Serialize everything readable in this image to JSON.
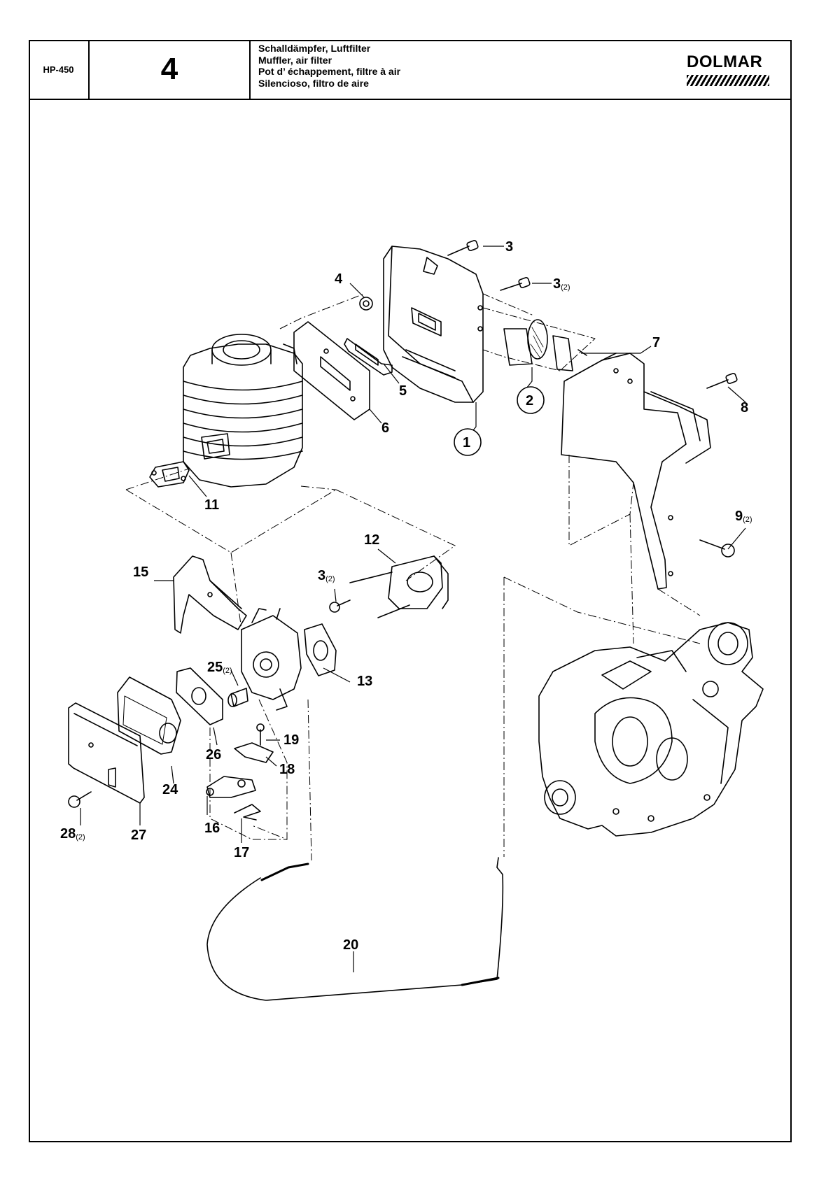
{
  "header": {
    "model": "HP-450",
    "section_number": "4",
    "titles": [
      "Schalldämpfer, Luftfilter",
      "Muffler, air filter",
      "Pot d’ échappement, filtre à air",
      "Silencioso, filtro de aire"
    ],
    "brand": "DOLMAR"
  },
  "callouts": [
    {
      "id": "p3a",
      "number": "3",
      "qty": ""
    },
    {
      "id": "p3b",
      "number": "3",
      "qty": "(2)"
    },
    {
      "id": "p4",
      "number": "4",
      "qty": ""
    },
    {
      "id": "p7",
      "number": "7",
      "qty": ""
    },
    {
      "id": "p5",
      "number": "5",
      "qty": ""
    },
    {
      "id": "p2",
      "number": "2",
      "qty": ""
    },
    {
      "id": "p8",
      "number": "8",
      "qty": ""
    },
    {
      "id": "p6",
      "number": "6",
      "qty": ""
    },
    {
      "id": "p1",
      "number": "1",
      "qty": ""
    },
    {
      "id": "p11",
      "number": "11",
      "qty": ""
    },
    {
      "id": "p9",
      "number": "9",
      "qty": "(2)"
    },
    {
      "id": "p12",
      "number": "12",
      "qty": ""
    },
    {
      "id": "p15",
      "number": "15",
      "qty": ""
    },
    {
      "id": "p3c",
      "number": "3",
      "qty": "(2)"
    },
    {
      "id": "p13",
      "number": "13",
      "qty": ""
    },
    {
      "id": "p25",
      "number": "25",
      "qty": "(2)"
    },
    {
      "id": "p19",
      "number": "19",
      "qty": ""
    },
    {
      "id": "p26",
      "number": "26",
      "qty": ""
    },
    {
      "id": "p18",
      "number": "18",
      "qty": ""
    },
    {
      "id": "p24",
      "number": "24",
      "qty": ""
    },
    {
      "id": "p28",
      "number": "28",
      "qty": "(2)"
    },
    {
      "id": "p27",
      "number": "27",
      "qty": ""
    },
    {
      "id": "p16",
      "number": "16",
      "qty": ""
    },
    {
      "id": "p17",
      "number": "17",
      "qty": ""
    },
    {
      "id": "p20",
      "number": "20",
      "qty": ""
    }
  ],
  "colors": {
    "line": "#000000",
    "background": "#ffffff"
  }
}
